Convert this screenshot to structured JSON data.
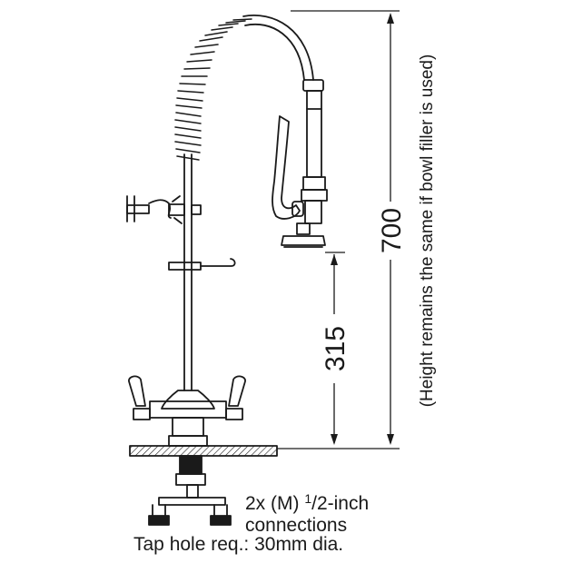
{
  "drawing": {
    "part": "pre-rinse spray tap",
    "color": "#1a1a1a"
  },
  "dimensions": {
    "overall_height": "700",
    "overall_note": "(Height remains the same if bowl filler is used)",
    "spray_height": "315"
  },
  "notes": {
    "conn_prefix": "2x (M) ",
    "conn_fraction_num": "1",
    "conn_fraction_rest": "/2-inch",
    "conn_line2": "connections",
    "tap_hole": "Tap hole req.: 30mm dia."
  }
}
